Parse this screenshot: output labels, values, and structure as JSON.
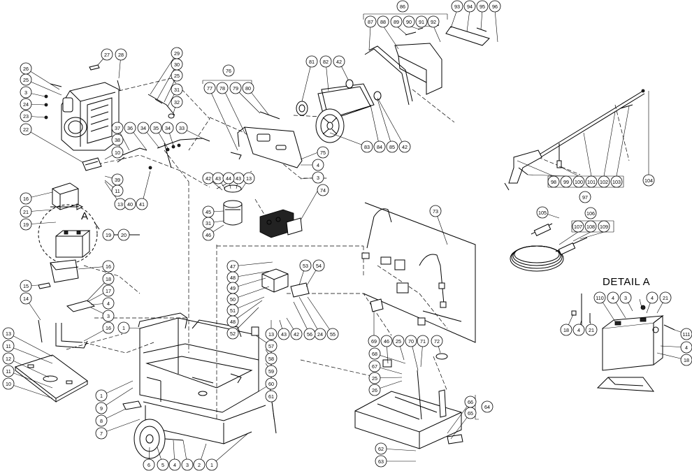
{
  "detail_title": "DETAIL  A",
  "detail_marker": "A",
  "callouts": [
    {
      "id": "c1",
      "label": "1"
    },
    {
      "id": "c2",
      "label": "1"
    },
    {
      "id": "c3",
      "label": "1"
    },
    {
      "id": "c4",
      "label": "2"
    },
    {
      "id": "c5",
      "label": "3"
    },
    {
      "id": "c6",
      "label": "3"
    },
    {
      "id": "c7",
      "label": "3"
    },
    {
      "id": "c8",
      "label": "3"
    },
    {
      "id": "c9",
      "label": "4"
    },
    {
      "id": "c10",
      "label": "4"
    },
    {
      "id": "c11",
      "label": "4"
    },
    {
      "id": "c12",
      "label": "4"
    },
    {
      "id": "c13",
      "label": "4"
    },
    {
      "id": "c14",
      "label": "4"
    },
    {
      "id": "c15",
      "label": "5"
    },
    {
      "id": "c16",
      "label": "6"
    },
    {
      "id": "c17",
      "label": "7"
    },
    {
      "id": "c18",
      "label": "8"
    },
    {
      "id": "c19",
      "label": "9"
    },
    {
      "id": "c20",
      "label": "10"
    },
    {
      "id": "c21",
      "label": "10"
    },
    {
      "id": "c22",
      "label": "11"
    },
    {
      "id": "c23",
      "label": "11"
    },
    {
      "id": "c24",
      "label": "11"
    },
    {
      "id": "c25",
      "label": "12"
    },
    {
      "id": "c26",
      "label": "13"
    },
    {
      "id": "c27",
      "label": "13"
    },
    {
      "id": "c28",
      "label": "13"
    },
    {
      "id": "c29",
      "label": "13"
    },
    {
      "id": "c30",
      "label": "14"
    },
    {
      "id": "c31",
      "label": "15"
    },
    {
      "id": "c32",
      "label": "16"
    },
    {
      "id": "c33",
      "label": "16"
    },
    {
      "id": "c34",
      "label": "16"
    },
    {
      "id": "c35",
      "label": "17"
    },
    {
      "id": "c36",
      "label": "18"
    },
    {
      "id": "c37",
      "label": "18"
    },
    {
      "id": "c38",
      "label": "18"
    },
    {
      "id": "c39",
      "label": "19"
    },
    {
      "id": "c40",
      "label": "19"
    },
    {
      "id": "c41",
      "label": "20"
    },
    {
      "id": "c42",
      "label": "21"
    },
    {
      "id": "c43",
      "label": "21"
    },
    {
      "id": "c44",
      "label": "21"
    },
    {
      "id": "c45",
      "label": "22"
    },
    {
      "id": "c46",
      "label": "23"
    },
    {
      "id": "c47",
      "label": "24"
    },
    {
      "id": "c48",
      "label": "24"
    },
    {
      "id": "c49",
      "label": "25"
    },
    {
      "id": "c50",
      "label": "25"
    },
    {
      "id": "c51",
      "label": "25"
    },
    {
      "id": "c52",
      "label": "25"
    },
    {
      "id": "c53",
      "label": "26"
    },
    {
      "id": "c54",
      "label": "26"
    },
    {
      "id": "c55",
      "label": "27"
    },
    {
      "id": "c56",
      "label": "28"
    },
    {
      "id": "c57",
      "label": "29"
    },
    {
      "id": "c58",
      "label": "30"
    },
    {
      "id": "c59",
      "label": "31"
    },
    {
      "id": "c60",
      "label": "31"
    },
    {
      "id": "c61",
      "label": "32"
    },
    {
      "id": "c62",
      "label": "33"
    },
    {
      "id": "c63",
      "label": "34"
    },
    {
      "id": "c64",
      "label": "34"
    },
    {
      "id": "c65",
      "label": "35"
    },
    {
      "id": "c66",
      "label": "36"
    },
    {
      "id": "c67",
      "label": "37"
    },
    {
      "id": "c68",
      "label": "38"
    },
    {
      "id": "c69",
      "label": "39"
    },
    {
      "id": "c70",
      "label": "40"
    },
    {
      "id": "c71",
      "label": "41"
    },
    {
      "id": "c72",
      "label": "42"
    },
    {
      "id": "c73",
      "label": "42"
    },
    {
      "id": "c74",
      "label": "42"
    },
    {
      "id": "c75",
      "label": "42"
    },
    {
      "id": "c76",
      "label": "43"
    },
    {
      "id": "c77",
      "label": "43"
    },
    {
      "id": "c78",
      "label": "43"
    },
    {
      "id": "c79",
      "label": "44"
    },
    {
      "id": "c80",
      "label": "45"
    },
    {
      "id": "c81",
      "label": "46"
    },
    {
      "id": "c82",
      "label": "46"
    },
    {
      "id": "c83",
      "label": "47"
    },
    {
      "id": "c84",
      "label": "48"
    },
    {
      "id": "c85",
      "label": "48"
    },
    {
      "id": "c86",
      "label": "49"
    },
    {
      "id": "c87",
      "label": "50"
    },
    {
      "id": "c88",
      "label": "51"
    },
    {
      "id": "c89",
      "label": "52"
    },
    {
      "id": "c90",
      "label": "53"
    },
    {
      "id": "c91",
      "label": "54"
    },
    {
      "id": "c92",
      "label": "55"
    },
    {
      "id": "c93",
      "label": "56"
    },
    {
      "id": "c94",
      "label": "57"
    },
    {
      "id": "c95",
      "label": "58"
    },
    {
      "id": "c96",
      "label": "59"
    },
    {
      "id": "c97",
      "label": "60"
    },
    {
      "id": "c98",
      "label": "61"
    },
    {
      "id": "c99",
      "label": "62"
    },
    {
      "id": "c100",
      "label": "63"
    },
    {
      "id": "c101",
      "label": "64"
    },
    {
      "id": "c102",
      "label": "65"
    },
    {
      "id": "c103",
      "label": "66"
    },
    {
      "id": "c104",
      "label": "67"
    },
    {
      "id": "c105",
      "label": "68"
    },
    {
      "id": "c106",
      "label": "69"
    },
    {
      "id": "c107",
      "label": "70"
    },
    {
      "id": "c108",
      "label": "71"
    },
    {
      "id": "c109",
      "label": "72"
    },
    {
      "id": "c110",
      "label": "73"
    },
    {
      "id": "c111",
      "label": "74"
    },
    {
      "id": "c112",
      "label": "75"
    },
    {
      "id": "c113",
      "label": "76"
    },
    {
      "id": "c114",
      "label": "77"
    },
    {
      "id": "c115",
      "label": "78"
    },
    {
      "id": "c116",
      "label": "79"
    },
    {
      "id": "c117",
      "label": "80"
    },
    {
      "id": "c118",
      "label": "81"
    },
    {
      "id": "c119",
      "label": "82"
    },
    {
      "id": "c120",
      "label": "83"
    },
    {
      "id": "c121",
      "label": "84"
    },
    {
      "id": "c122",
      "label": "85"
    },
    {
      "id": "c123",
      "label": "86"
    },
    {
      "id": "c124",
      "label": "87"
    },
    {
      "id": "c125",
      "label": "88"
    },
    {
      "id": "c126",
      "label": "89"
    },
    {
      "id": "c127",
      "label": "90"
    },
    {
      "id": "c128",
      "label": "91"
    },
    {
      "id": "c129",
      "label": "92"
    },
    {
      "id": "c130",
      "label": "93"
    },
    {
      "id": "c131",
      "label": "94"
    },
    {
      "id": "c132",
      "label": "95"
    },
    {
      "id": "c133",
      "label": "96"
    },
    {
      "id": "c134",
      "label": "97"
    },
    {
      "id": "c135",
      "label": "98"
    },
    {
      "id": "c136",
      "label": "99"
    },
    {
      "id": "c137",
      "label": "100"
    },
    {
      "id": "c138",
      "label": "101"
    },
    {
      "id": "c139",
      "label": "102"
    },
    {
      "id": "c140",
      "label": "103"
    },
    {
      "id": "c141",
      "label": "104"
    },
    {
      "id": "c142",
      "label": "105"
    },
    {
      "id": "c143",
      "label": "106"
    },
    {
      "id": "c144",
      "label": "107"
    },
    {
      "id": "c145",
      "label": "108"
    },
    {
      "id": "c146",
      "label": "109"
    },
    {
      "id": "c147",
      "label": "110"
    },
    {
      "id": "c148",
      "label": "111"
    },
    {
      "id": "c149",
      "label": "4"
    },
    {
      "id": "c150",
      "label": "3"
    },
    {
      "id": "c151",
      "label": "4"
    },
    {
      "id": "c152",
      "label": "21"
    },
    {
      "id": "c153",
      "label": "18"
    },
    {
      "id": "c154",
      "label": "4"
    },
    {
      "id": "c155",
      "label": "21"
    },
    {
      "id": "c156",
      "label": "4"
    },
    {
      "id": "c157",
      "label": "18"
    }
  ]
}
